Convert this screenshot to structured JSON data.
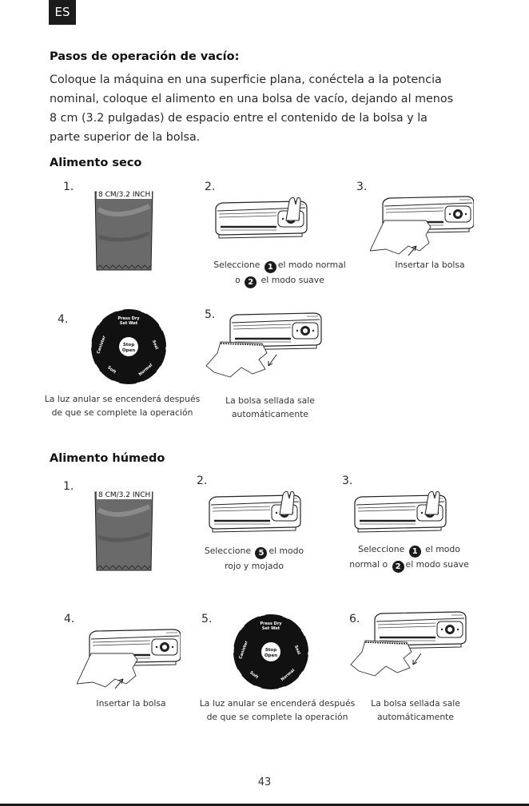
{
  "lang": "ES",
  "title": "Pasos de operación de vacío:",
  "intro_lines": [
    "Coloque la máquina en una superficie plana, conéctela a la potencia",
    "nominal, coloque el alimento en una bolsa de vacío, dejando al menos",
    "8 cm (3.2 pulgadas) de espacio entre el contenido de la bolsa y la",
    "parte superior de la bolsa."
  ],
  "dry": {
    "heading": "Alimento seco",
    "steps": {
      "s1": {
        "num": "1.",
        "bag_label": "8 CM/3.2 INCH"
      },
      "s2": {
        "num": "2.",
        "cap_a": "Seleccione",
        "badge1": "1",
        "cap_b": "el modo normal",
        "cap_c": "o",
        "badge2": "2",
        "cap_d": "el modo suave"
      },
      "s3": {
        "num": "3.",
        "cap": "Insertar la bolsa"
      },
      "s4": {
        "num": "4.",
        "cap_line1": "La luz anular se encenderá después",
        "cap_line2": "de que se complete la operación"
      },
      "s5": {
        "num": "5.",
        "cap_line1": "La bolsa sellada sale",
        "cap_line2": "automáticamente"
      }
    }
  },
  "wet": {
    "heading": "Alimento húmedo",
    "steps": {
      "s1": {
        "num": "1.",
        "bag_label": "8 CM/3.2 INCH"
      },
      "s2": {
        "num": "2.",
        "cap_a": "Seleccione",
        "badge": "5",
        "cap_b": "el modo",
        "cap_c": "rojo y mojado"
      },
      "s3": {
        "num": "3.",
        "cap_a": "Seleccione",
        "badge1": "1",
        "cap_b": "el modo",
        "cap_c": "normal o",
        "badge2": "2",
        "cap_d": "el modo suave"
      },
      "s4": {
        "num": "4.",
        "cap": "Insertar la bolsa"
      },
      "s5": {
        "num": "5.",
        "cap_line1": "La luz anular se encenderá después",
        "cap_line2": "de que se complete la operación"
      },
      "s6": {
        "num": "6.",
        "cap_line1": "La bolsa sellada sale",
        "cap_line2": "automáticamente"
      }
    }
  },
  "dial": {
    "center_top": "Stop",
    "center_bottom": "Open",
    "labels": [
      "Press Dry",
      "Set Wet",
      "Seal",
      "Canister",
      "Soft",
      "Normal"
    ]
  },
  "page_number": "43"
}
